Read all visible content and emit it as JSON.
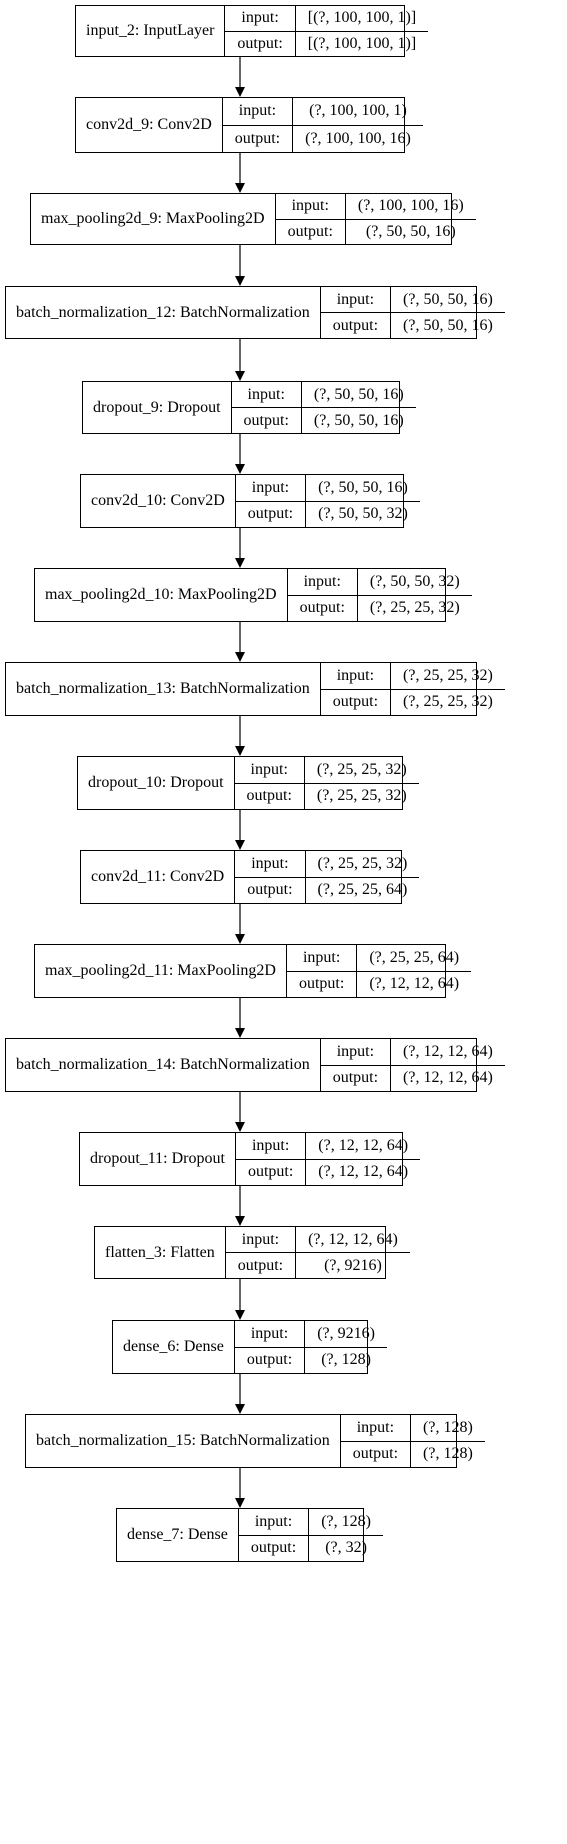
{
  "labels": {
    "input": "input:",
    "output": "output:"
  },
  "layers": [
    {
      "name": "input_2: InputLayer",
      "input": "[(?, 100, 100, 1)]",
      "output": "[(?, 100, 100, 1)]"
    },
    {
      "name": "conv2d_9: Conv2D",
      "input": "(?, 100, 100, 1)",
      "output": "(?, 100, 100, 16)"
    },
    {
      "name": "max_pooling2d_9: MaxPooling2D",
      "input": "(?, 100, 100, 16)",
      "output": "(?, 50, 50, 16)"
    },
    {
      "name": "batch_normalization_12: BatchNormalization",
      "input": "(?, 50, 50, 16)",
      "output": "(?, 50, 50, 16)"
    },
    {
      "name": "dropout_9: Dropout",
      "input": "(?, 50, 50, 16)",
      "output": "(?, 50, 50, 16)"
    },
    {
      "name": "conv2d_10: Conv2D",
      "input": "(?, 50, 50, 16)",
      "output": "(?, 50, 50, 32)"
    },
    {
      "name": "max_pooling2d_10: MaxPooling2D",
      "input": "(?, 50, 50, 32)",
      "output": "(?, 25, 25, 32)"
    },
    {
      "name": "batch_normalization_13: BatchNormalization",
      "input": "(?, 25, 25, 32)",
      "output": "(?, 25, 25, 32)"
    },
    {
      "name": "dropout_10: Dropout",
      "input": "(?, 25, 25, 32)",
      "output": "(?, 25, 25, 32)"
    },
    {
      "name": "conv2d_11: Conv2D",
      "input": "(?, 25, 25, 32)",
      "output": "(?, 25, 25, 64)"
    },
    {
      "name": "max_pooling2d_11: MaxPooling2D",
      "input": "(?, 25, 25, 64)",
      "output": "(?, 12, 12, 64)"
    },
    {
      "name": "batch_normalization_14: BatchNormalization",
      "input": "(?, 12, 12, 64)",
      "output": "(?, 12, 12, 64)"
    },
    {
      "name": "dropout_11: Dropout",
      "input": "(?, 12, 12, 64)",
      "output": "(?, 12, 12, 64)"
    },
    {
      "name": "flatten_3: Flatten",
      "input": "(?, 12, 12, 64)",
      "output": "(?, 9216)"
    },
    {
      "name": "dense_6: Dense",
      "input": "(?, 9216)",
      "output": "(?, 128)"
    },
    {
      "name": "batch_normalization_15: BatchNormalization",
      "input": "(?, 128)",
      "output": "(?, 128)"
    },
    {
      "name": "dense_7: Dense",
      "input": "(?, 128)",
      "output": "(?, 32)"
    }
  ]
}
